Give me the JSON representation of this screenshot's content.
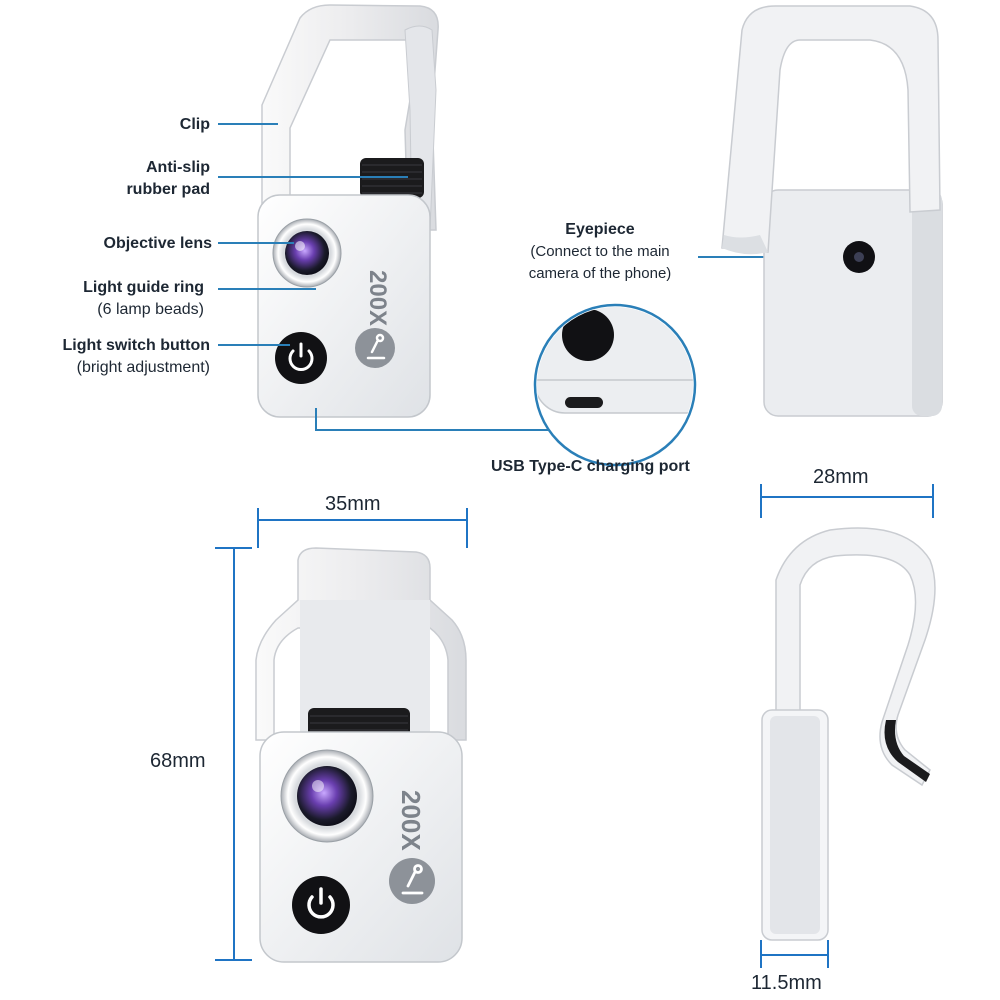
{
  "labels": {
    "clip": "Clip",
    "anti_slip_1": "Anti-slip",
    "anti_slip_2": "rubber pad",
    "objective_lens": "Objective lens",
    "light_guide_1": "Light guide ring",
    "light_guide_2": "(6 lamp beads)",
    "switch_1": "Light switch button",
    "switch_2": "(bright adjustment)",
    "eyepiece_1": "Eyepiece",
    "eyepiece_2": "(Connect to the main",
    "eyepiece_3": "camera of the phone)",
    "usb": "USB Type-C charging port"
  },
  "device": {
    "magnification": "200X"
  },
  "dimensions": {
    "width": "35mm",
    "height": "68mm",
    "depth_top": "28mm",
    "depth_bottom": "11.5mm"
  },
  "colors": {
    "leader": "#2a7fb8",
    "dimension": "#1f74c4",
    "body": "#f3f4f6",
    "lens_purple": "#6a3fb0"
  }
}
